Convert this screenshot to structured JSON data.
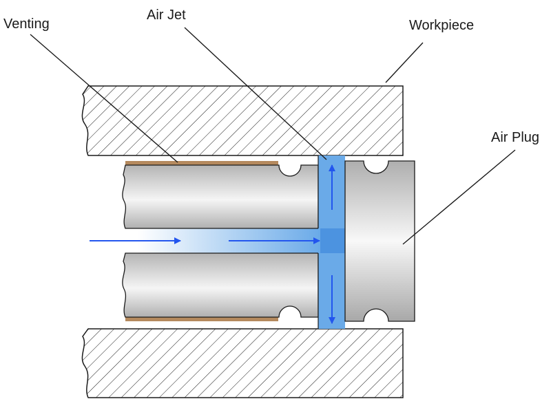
{
  "labels": {
    "venting": "Venting",
    "air_jet": "Air Jet",
    "workpiece": "Workpiece",
    "air_plug": "Air Plug"
  },
  "colors": {
    "air_flow": "#2255ee",
    "air_jet_fill": "#6aaae8",
    "venting_strip": "#b58a5e",
    "metal_dark": "#a8a8a8",
    "metal_light": "#f4f4f4",
    "outline": "#1a1a1a"
  }
}
